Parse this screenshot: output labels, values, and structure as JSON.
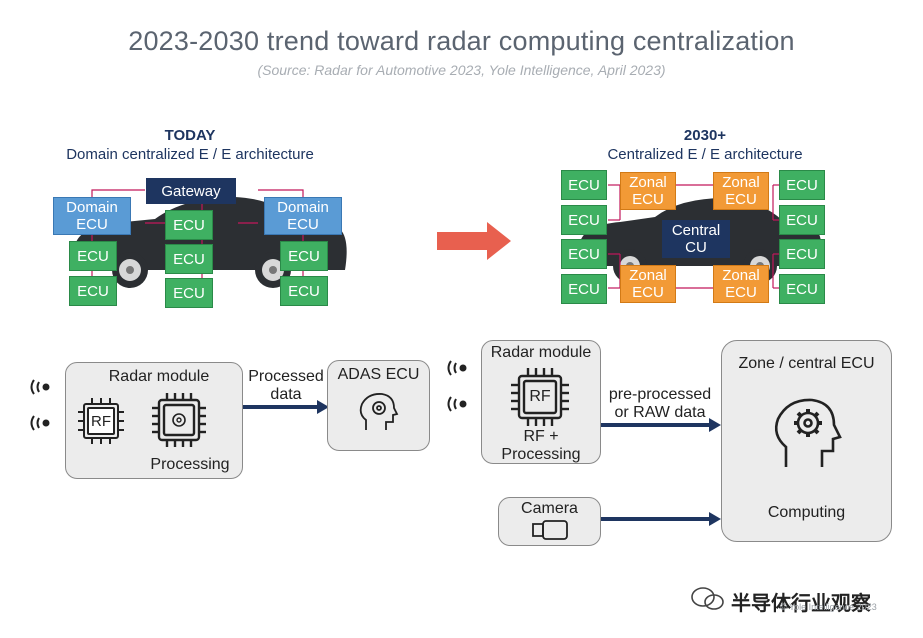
{
  "title": "2023-2030 trend toward radar computing centralization",
  "subtitle": "(Source: Radar for Automotive 2023, Yole Intelligence, April 2023)",
  "today": {
    "heading": "TODAY",
    "subheading": "Domain centralized E / E architecture",
    "gateway": "Gateway",
    "domain_ecu": "Domain ECU",
    "ecu": "ECU"
  },
  "future": {
    "heading": "2030+",
    "subheading": "Centralized E / E architecture",
    "central_cu": "Central CU",
    "zonal_ecu": "Zonal ECU",
    "ecu": "ECU"
  },
  "flow_today": {
    "radar_module": "Radar module",
    "rf": "RF",
    "processing": "Processing",
    "arrow_label": "Processed data",
    "adas_ecu": "ADAS ECU"
  },
  "flow_future": {
    "radar_module": "Radar module",
    "rf": "RF",
    "rf_processing": "RF + Processing",
    "arrow_label": "pre-processed or RAW data",
    "zone_ecu": "Zone / central ECU",
    "computing": "Computing",
    "camera": "Camera"
  },
  "watermark": "半导体行业观察",
  "copyright": "© Yole Intelligence 2023",
  "colors": {
    "ecu_green": "#3fb062",
    "domain_blue": "#5a9bd5",
    "navy": "#1e3560",
    "zonal_orange": "#f29a36",
    "arrow_red": "#e8604f",
    "link_magenta": "#c2185b"
  }
}
